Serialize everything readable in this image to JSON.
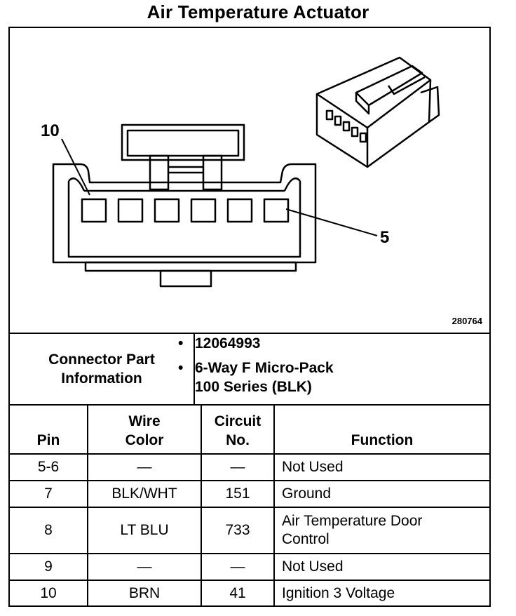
{
  "title": "Air Temperature Actuator",
  "figure_number": "280764",
  "callouts": {
    "pin_first": "10",
    "pin_last": "5"
  },
  "connector_info": {
    "label_line1": "Connector Part",
    "label_line2": "Information",
    "part_number": "12064993",
    "description_line1": "6-Way F Micro-Pack",
    "description_line2": "100 Series (BLK)"
  },
  "table": {
    "headers": {
      "pin": "Pin",
      "wire_line1": "Wire",
      "wire_line2": "Color",
      "circuit_line1": "Circuit",
      "circuit_line2": "No.",
      "function": "Function"
    },
    "rows": [
      {
        "pin": "5-6",
        "wire": "—",
        "circuit": "—",
        "function": "Not Used"
      },
      {
        "pin": "7",
        "wire": "BLK/WHT",
        "circuit": "151",
        "function": "Ground"
      },
      {
        "pin": "8",
        "wire": "LT BLU",
        "circuit": "733",
        "function_line1": "Air Temperature Door",
        "function_line2": "Control"
      },
      {
        "pin": "9",
        "wire": "—",
        "circuit": "—",
        "function": "Not Used"
      },
      {
        "pin": "10",
        "wire": "BRN",
        "circuit": "41",
        "function": "Ignition 3 Voltage"
      }
    ]
  }
}
